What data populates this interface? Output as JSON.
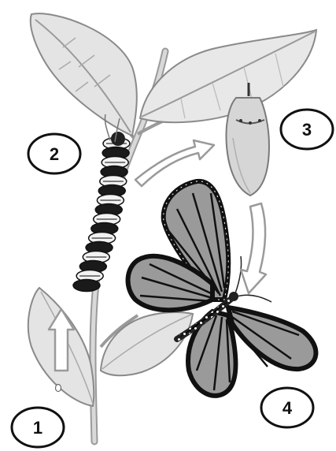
{
  "diagram": {
    "stages": [
      {
        "number": "1",
        "stage": "egg"
      },
      {
        "number": "2",
        "stage": "caterpillar"
      },
      {
        "number": "3",
        "stage": "chrysalis"
      },
      {
        "number": "4",
        "stage": "butterfly"
      }
    ],
    "colors": {
      "leaf_fill": "#e4e4e4",
      "leaf_stroke": "#8a8a8a",
      "chrysalis_fill": "#d6d6d6",
      "wing_fill": "#9a9a9a",
      "wing_vein": "#111111",
      "arrow_fill": "#ffffff",
      "arrow_stroke": "#9a9a9a"
    }
  }
}
